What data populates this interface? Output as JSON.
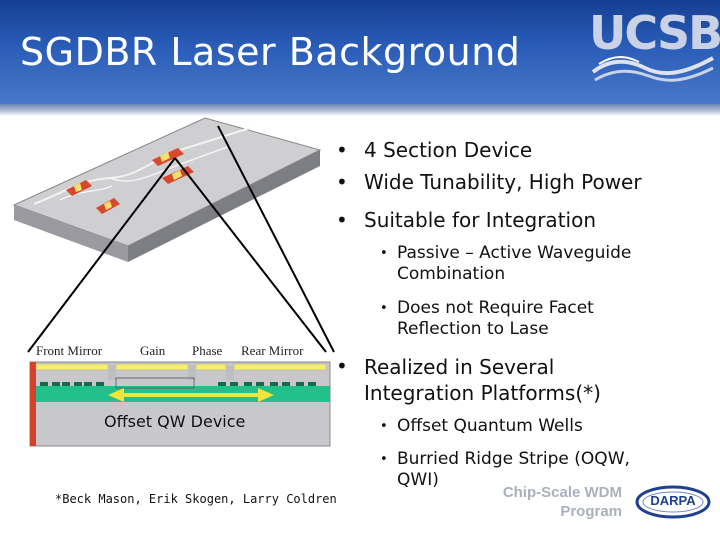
{
  "slide": {
    "title": "SGDBR Laser Background",
    "logo_text": "UCSB"
  },
  "bullets": {
    "l1_a": "4 Section Device",
    "l1_b": "Wide Tunability, High Power",
    "l1_c": "Suitable for Integration",
    "l2_a_line1": "Passive – Active Waveguide",
    "l2_a_line2": "Combination",
    "l2_b_line1": "Does not Require Facet",
    "l2_b_line2": "Reflection to Lase",
    "l1_d_line1": "Realized in Several",
    "l1_d_line2": "Integration Platforms(*)",
    "l2_c": "Offset Quantum Wells",
    "l2_d_line1": "Burried Ridge Stripe (OQW,",
    "l2_d_line2": "QWI)"
  },
  "diagram": {
    "labels": {
      "front_mirror": "Front Mirror",
      "gain": "Gain",
      "phase": "Phase",
      "rear_mirror": "Rear Mirror"
    },
    "device_caption": "Offset QW Device",
    "colors": {
      "waveguide_green": "#22c08a",
      "top_yellow": "#f4ee6b",
      "substrate_gray": "#c8c8cc",
      "arrow_yellow": "#f1e43a",
      "edge_red": "#d2412a"
    }
  },
  "footnote": "*Beck Mason, Erik Skogen, Larry Coldren",
  "sponsor": {
    "program_line1": "Chip-Scale WDM",
    "program_line2": "Program",
    "logo_text": "DARPA"
  },
  "icons": {
    "logo": "ucsb-wave-logo",
    "chip": "chip-photo-illustration",
    "darpa": "darpa-logo"
  }
}
